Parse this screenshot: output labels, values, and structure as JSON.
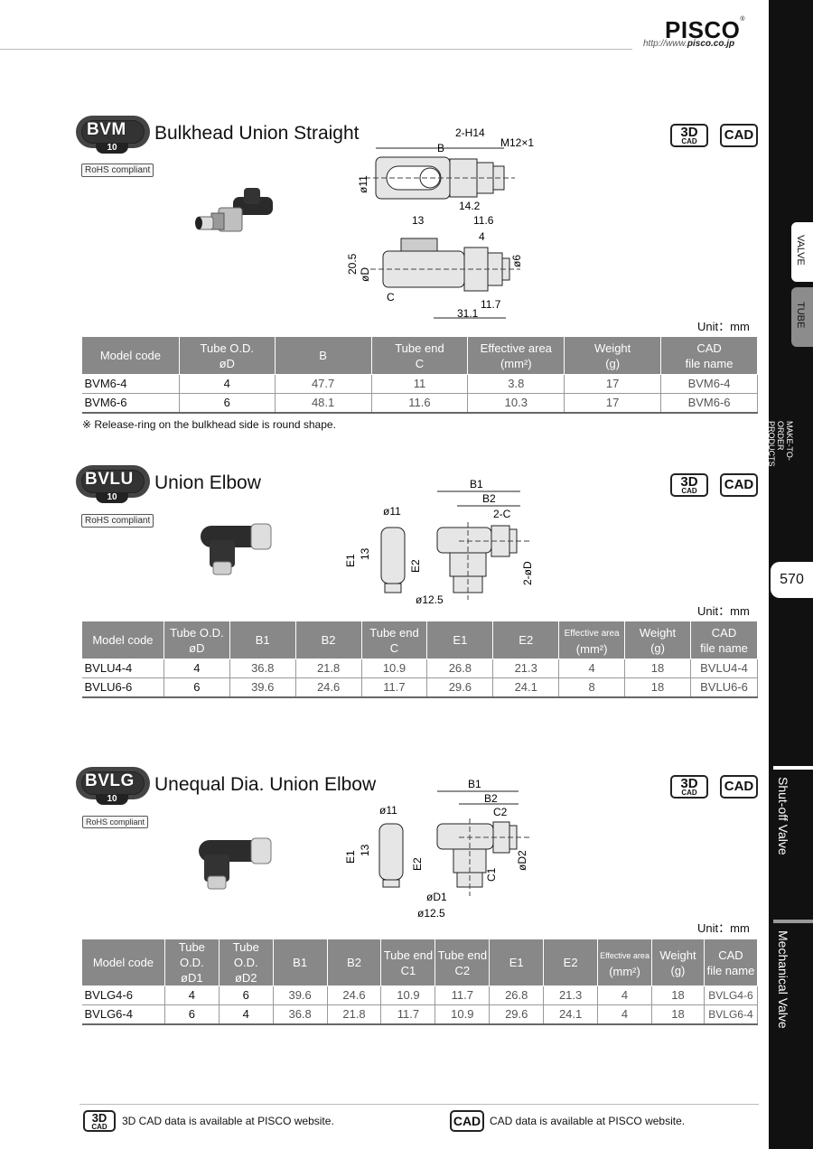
{
  "header": {
    "logo": "PISCO",
    "logo_mark": "®",
    "url_prefix": "http://www.",
    "url_bold": "pisco.co.jp"
  },
  "side_index": {
    "tab_valve": "VALVE",
    "tab_tube": "TUBE",
    "tab_mto": "MAKE-TO-ORDER PRODUCTS",
    "page_number": "570",
    "section_shutoff": "Shut-off Valve",
    "section_mechanical": "Mechanical Valve"
  },
  "icons": {
    "threed_big": "3D",
    "threed_small": "CAD",
    "cad": "CAD"
  },
  "unit_label": "Unit：mm",
  "rohs_label": "RoHS compliant",
  "sections": [
    {
      "code": "BVM",
      "size": "10",
      "title": "Bulkhead Union Straight",
      "drawing_labels": {
        "h14": "2-H14",
        "m12": "M12×1",
        "b": "B",
        "d11": "ø11",
        "d142": "14.2",
        "d13": "13",
        "d116": "11.6",
        "d4": "4",
        "d205": "20.5",
        "od": "øD",
        "d6": "ø6",
        "c": "C",
        "d117": "11.7",
        "d311": "31.1"
      },
      "headers": [
        "Model code",
        "Tube O.D.",
        "øD",
        "B",
        "Tube end",
        "C",
        "Effective area",
        "(mm²)",
        "Weight",
        "(g)",
        "CAD",
        "file name"
      ],
      "rows": [
        [
          "BVM6-4",
          "4",
          "47.7",
          "11",
          "3.8",
          "17",
          "BVM6-4"
        ],
        [
          "BVM6-6",
          "6",
          "48.1",
          "11.6",
          "10.3",
          "17",
          "BVM6-6"
        ]
      ],
      "note": "※ Release-ring on the bulkhead side is round shape."
    },
    {
      "code": "BVLU",
      "size": "10",
      "title": "Union Elbow",
      "drawing_labels": {
        "b1": "B1",
        "b2": "B2",
        "d11": "ø11",
        "c2": "2-C",
        "e1": "E1",
        "d13": "13",
        "e2": "E2",
        "od2": "2-øD",
        "d125": "ø12.5"
      },
      "headers": [
        "Model code",
        "Tube O.D.",
        "øD",
        "B1",
        "B2",
        "Tube end",
        "C",
        "E1",
        "E2",
        "Effective area",
        "(mm²)",
        "Weight",
        "(g)",
        "CAD",
        "file name"
      ],
      "rows": [
        [
          "BVLU4-4",
          "4",
          "36.8",
          "21.8",
          "10.9",
          "26.8",
          "21.3",
          "4",
          "18",
          "BVLU4-4"
        ],
        [
          "BVLU6-6",
          "6",
          "39.6",
          "24.6",
          "11.7",
          "29.6",
          "24.1",
          "8",
          "18",
          "BVLU6-6"
        ]
      ]
    },
    {
      "code": "BVLG",
      "size": "10",
      "title": "Unequal Dia. Union Elbow",
      "drawing_labels": {
        "b1": "B1",
        "b2": "B2",
        "c2": "C2",
        "d11": "ø11",
        "e1": "E1",
        "d13": "13",
        "e2": "E2",
        "c1": "C1",
        "od2": "øD2",
        "od1": "øD1",
        "d125": "ø12.5"
      },
      "headers": [
        "Model code",
        "Tube O.D.",
        "øD1",
        "Tube O.D.",
        "øD2",
        "B1",
        "B2",
        "Tube end",
        "C1",
        "Tube end",
        "C2",
        "E1",
        "E2",
        "Effective area",
        "(mm²)",
        "Weight",
        "(g)",
        "CAD",
        "file name"
      ],
      "rows": [
        [
          "BVLG4-6",
          "4",
          "6",
          "39.6",
          "24.6",
          "10.9",
          "11.7",
          "26.8",
          "21.3",
          "4",
          "18",
          "BVLG4-6"
        ],
        [
          "BVLG6-4",
          "6",
          "4",
          "36.8",
          "21.8",
          "11.7",
          "10.9",
          "29.6",
          "24.1",
          "4",
          "18",
          "BVLG6-4"
        ]
      ]
    }
  ],
  "footer": {
    "threed_text": "3D CAD data is available at PISCO website.",
    "cad_text": "CAD data is available at PISCO website."
  }
}
